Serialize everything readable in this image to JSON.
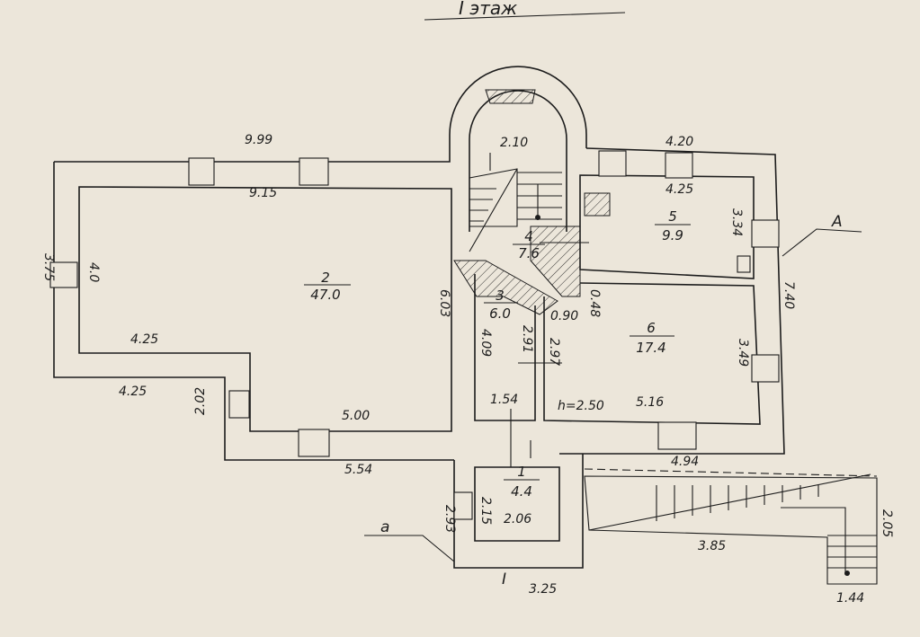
{
  "title": "I этаж",
  "rooms": [
    {
      "id": "2",
      "number": "2",
      "area": "47.0"
    },
    {
      "id": "3",
      "number": "3",
      "area": "6.0"
    },
    {
      "id": "4",
      "number": "4",
      "area": "7.6"
    },
    {
      "id": "5",
      "number": "5",
      "area": "9.9"
    },
    {
      "id": "6",
      "number": "6",
      "area": "17.4"
    },
    {
      "id": "1",
      "number": "1",
      "area": "4.4"
    }
  ],
  "dimensions": {
    "top_left_outer": "9.99",
    "top_left_inner": "9.15",
    "left_outer_vertical": "3.75",
    "left_inner_vertical": "4.0",
    "left_mid_inner": "4.25",
    "left_mid_outer": "4.25",
    "left_step_vertical": "2.02",
    "bottom_inner": "5.00",
    "bottom_outer": "5.54",
    "room2_right": "6.03",
    "stair_width": "2.10",
    "top_right_outer": "4.20",
    "room5_width": "4.25",
    "room5_height": "3.34",
    "right_outer_vertical": "7.40",
    "room6_height": "3.49",
    "room6_width": "5.16",
    "room6_ceiling": "h=2.50",
    "room6_door": "0.90",
    "room6_small": "0.48",
    "corridor_a": "4.09",
    "corridor_b": "2.91",
    "corridor_c": "2.97",
    "entry_corridor": "1.54",
    "entry_vertical_inner": "2.15",
    "entry_vertical_outer": "2.93",
    "entry_width_inner": "2.06",
    "entry_width_outer": "3.25",
    "porch_width": "4.94",
    "porch_stair": "3.85",
    "porch_vertical": "2.05",
    "porch_bottom": "1.44"
  },
  "section_marks": {
    "right_mark": "A",
    "left_mark": "a",
    "bottom_mark": "I"
  }
}
